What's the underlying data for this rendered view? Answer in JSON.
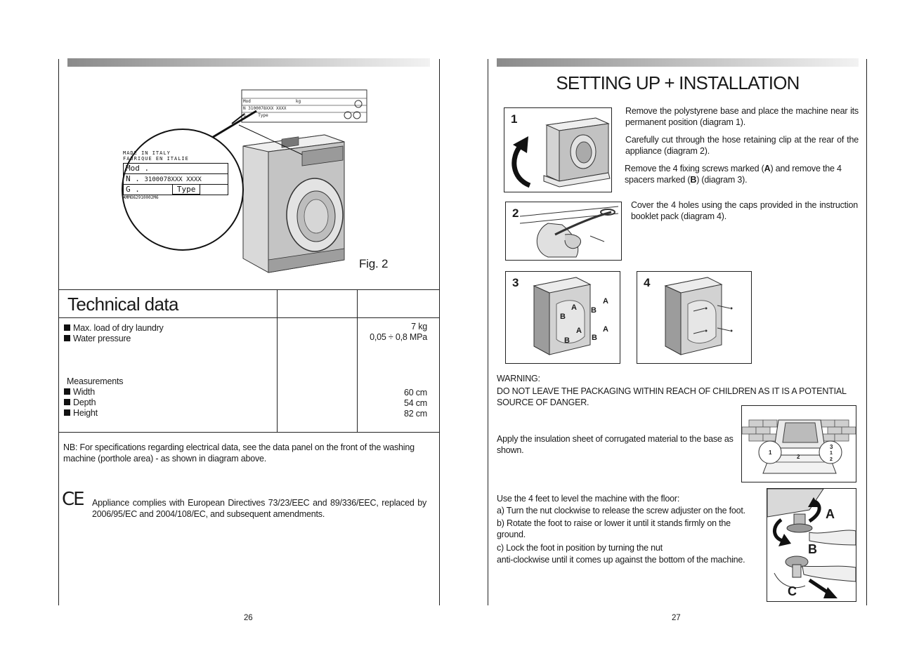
{
  "left_page": {
    "fig_label": "Fig. 2",
    "plate_closeup": {
      "line1": "MADE IN ITALY",
      "line2": "FABRIQUE EN ITALIE",
      "mod_label": "Mod",
      "n_label": "N",
      "n_value": "3100078XXX XXXX",
      "g_label": "G",
      "type_label": "Type",
      "code": "AMMO62910002M6"
    },
    "plate_small": {
      "mod_label": "Mod",
      "n_label": "N",
      "n_value": "3100078XXX XXXX",
      "g_label": "G",
      "type_label": "Type",
      "kg_label": "kg"
    },
    "technical_data": {
      "heading": "Technical data",
      "rows_group1": [
        "Max. load of dry laundry",
        "Water pressure"
      ],
      "values_group1": [
        "7 kg",
        "0,05 ÷ 0,8 MPa"
      ],
      "measurements_label": "Measurements",
      "rows_group2": [
        "Width",
        "Depth",
        "Height"
      ],
      "values_group2": [
        "60 cm",
        "54 cm",
        "82 cm"
      ]
    },
    "nb_text": "NB: For specifications regarding electrical data, see the data panel on the front of the washing machine (porthole area) - as shown in diagram above.",
    "ce_mark": "CE",
    "compliance_text": "Appliance complies with European Directives 73/23/EEC and 89/336/EEC, replaced by 2006/95/EC and 2004/108/EC, and subsequent amendments.",
    "page_number": "26"
  },
  "right_page": {
    "title": "SETTING UP + INSTALLATION",
    "diagram_numbers": [
      "1",
      "2",
      "3",
      "4"
    ],
    "diagram3_labels": [
      "A",
      "B",
      "A",
      "B",
      "A",
      "B",
      "A",
      "B"
    ],
    "insulation_labels": [
      "1",
      "2",
      "3",
      "1",
      "2"
    ],
    "feet_labels": [
      "A",
      "B",
      "C"
    ],
    "steps": [
      "Remove the polystyrene base and place the machine near its permanent position  (diagram 1).",
      "Carefully cut through the hose retaining clip at the rear of the appliance (diagram 2)."
    ],
    "step3": {
      "before_a": "Remove the 4 fixing screws marked (",
      "a": "A",
      "between": ") and remove the 4 spacers marked (",
      "b": "B",
      "after": ") (diagram 3)."
    },
    "step4": "Cover  the  4  holes  using  the  caps  provided  in  the  instruction  booklet pack (diagram 4).",
    "warning_title": "WARNING:",
    "warning_text": "DO NOT LEAVE THE PACKAGING WITHIN REACH OF CHILDREN AS IT IS A POTENTIAL SOURCE OF DANGER.",
    "insulation_text": "Apply the insulation sheet of corrugated material to the base as shown.",
    "feet_intro": "Use the 4 feet to level the machine with the floor:",
    "feet_steps": [
      "a) Turn the nut clockwise to release the screw adjuster on the foot.",
      "b) Rotate the foot to raise or lower it until it stands firmly on the ground.",
      "c) Lock the foot in position by turning the nut",
      "anti-clockwise until it comes up against the bottom of the machine."
    ],
    "page_number": "27"
  }
}
